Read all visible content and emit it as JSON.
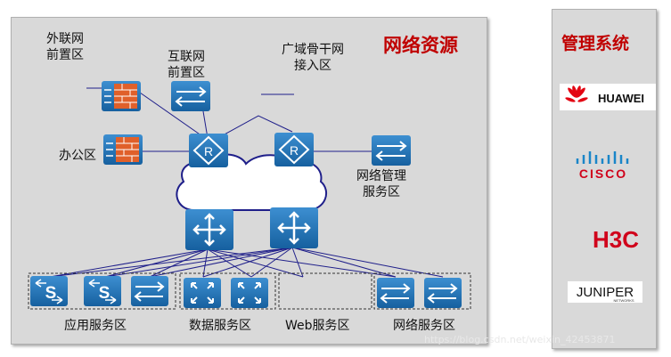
{
  "title": "网络资源",
  "management_title": "管理系统",
  "zones": {
    "external_front": "外联网\n前置区",
    "internet_front": "互联网\n前置区",
    "wan_access": "广域骨干网\n接入区",
    "office": "办公区",
    "network_mgmt": "网络管理\n服务区",
    "app_service": "应用服务区",
    "data_service": "数据服务区",
    "web_service": "Web服务区",
    "network_service": "网络服务区"
  },
  "vendors": [
    "HUAWEI",
    "CISCO",
    "H3C",
    "JUNIPER",
    "NETWORKS"
  ],
  "router_glyph": "R",
  "server_glyph": "S",
  "watermark": "https://blog.csdn.net/weixin_42453871",
  "colors": {
    "title": "#c00000",
    "device": "#1f6fb2",
    "link": "#1f1f8a",
    "firewall": "#e0602a",
    "huawei": "#e30613",
    "cisco": "#1a86c8",
    "h3c": "#d0021b"
  }
}
